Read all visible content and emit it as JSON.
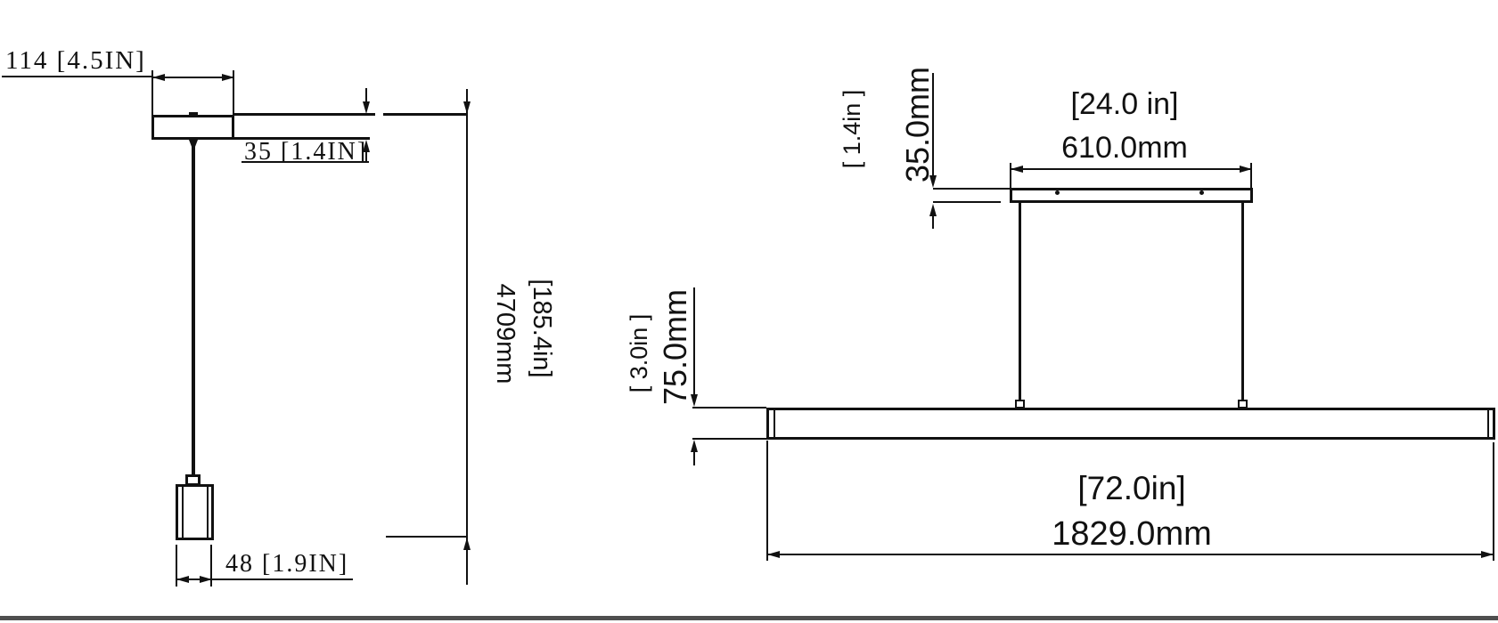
{
  "side_view": {
    "canopy_width": "114 [4.5IN]",
    "canopy_thickness": "35 [1.4IN]",
    "overall_drop_in": "[185.4in]",
    "overall_drop_mm": "4709mm",
    "socket_width": "48 [1.9IN]"
  },
  "front_view": {
    "canopy_width_in": "[24.0 in]",
    "canopy_width_mm": "610.0mm",
    "canopy_thickness_in": "[ 1.4in ]",
    "canopy_thickness_mm": "35.0mm",
    "body_height_in": "[ 3.0in ]",
    "body_height_mm": "75.0mm",
    "body_length_in": "[72.0in]",
    "body_length_mm": "1829.0mm"
  },
  "colors": {
    "line": "#111111",
    "background": "#ffffff",
    "sheet_edge": "#4f4f4f"
  }
}
